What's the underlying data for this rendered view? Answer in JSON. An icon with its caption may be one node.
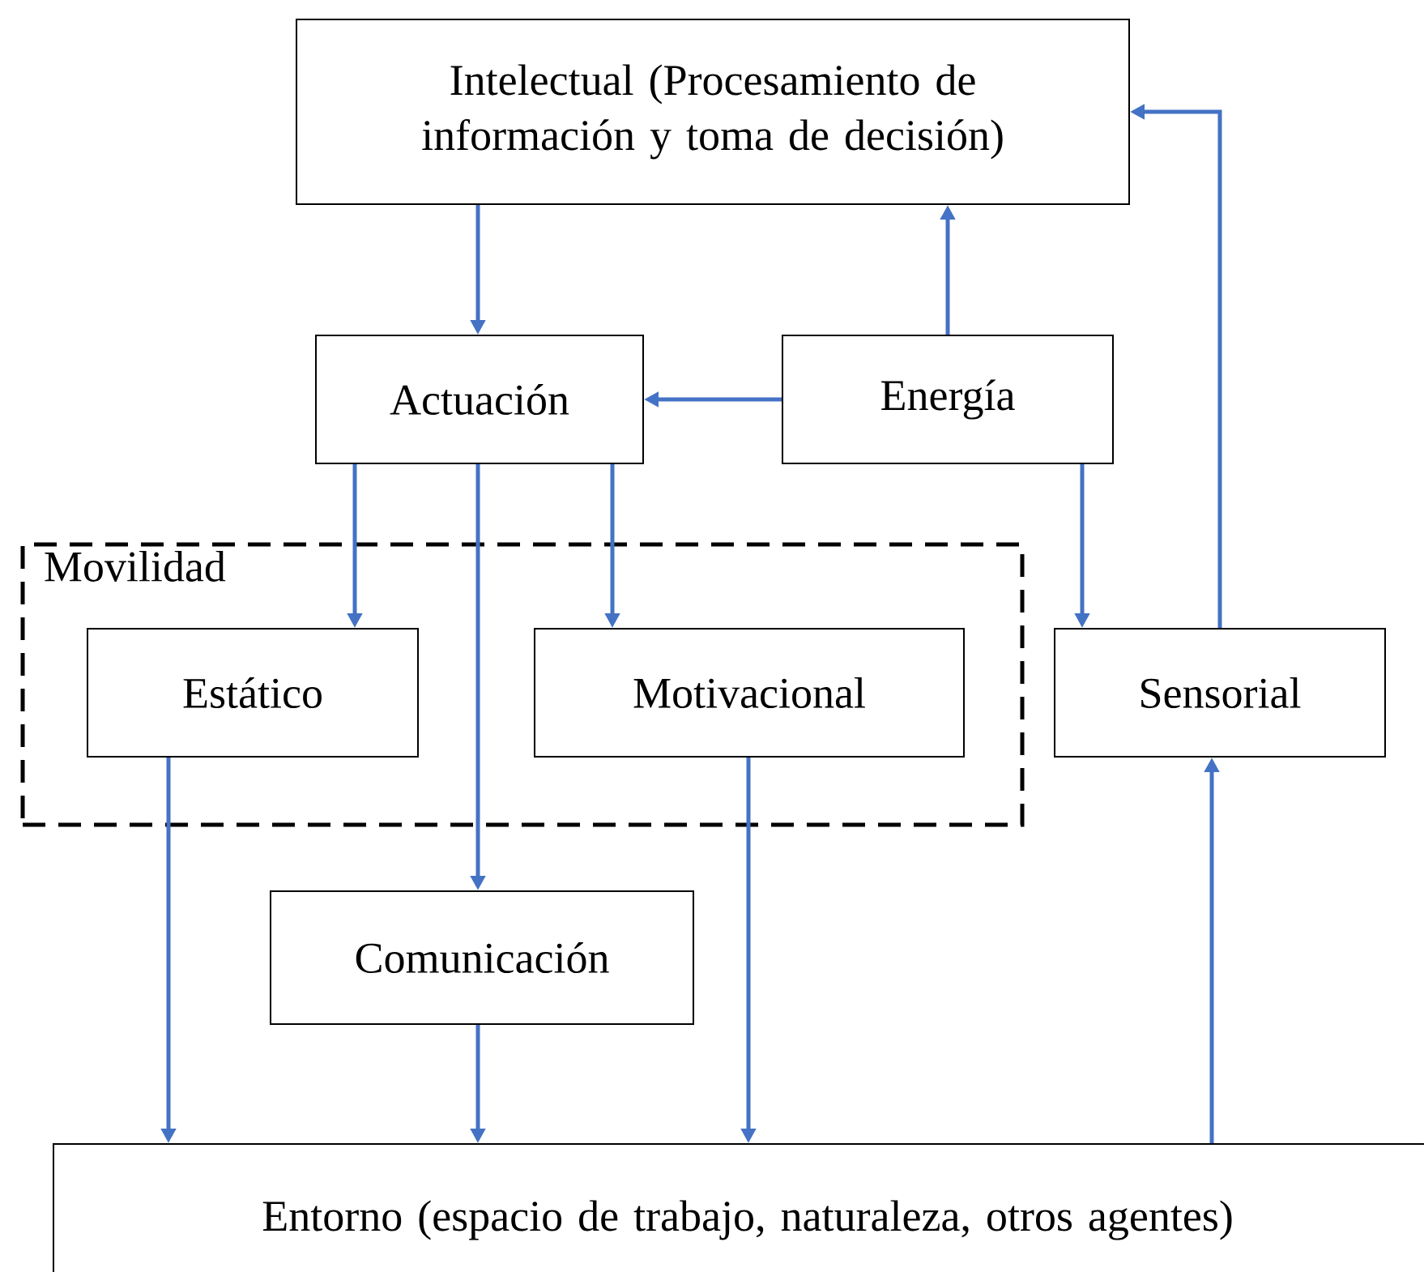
{
  "diagram": {
    "nodes": [
      {
        "text": [
          "Intelectual (Procesamiento de información y toma de decisión)"
        ]
      },
      {
        "text": [
          "Actuación"
        ]
      },
      {
        "text": [
          "Energía"
        ]
      },
      {
        "text": [
          "Movilidad"
        ]
      },
      {
        "text": [
          "Estático"
        ],
        "in": 3
      },
      {
        "text": [
          "Motivacional"
        ],
        "in": 3
      },
      {
        "text": [
          "Sensorial"
        ]
      },
      {
        "text": [
          "Comunicación"
        ]
      },
      {
        "text": [
          "Entorno (espacio de trabajo, naturaleza, otros agentes)"
        ]
      }
    ],
    "edges": [
      {
        "from": 0,
        "to": 1,
        "arrow": "to"
      },
      {
        "from": 2,
        "to": 0,
        "arrow": "to"
      },
      {
        "from": 2,
        "to": 1,
        "arrow": "to"
      },
      {
        "from": 1,
        "to": 4,
        "arrow": "to"
      },
      {
        "from": 1,
        "to": 5,
        "arrow": "to"
      },
      {
        "from": 1,
        "to": 7,
        "arrow": "to"
      },
      {
        "from": 2,
        "to": 6,
        "arrow": "to"
      },
      {
        "from": 6,
        "to": 0,
        "arrow": "to"
      },
      {
        "from": 4,
        "to": 8,
        "arrow": "to"
      },
      {
        "from": 7,
        "to": 8,
        "arrow": "to"
      },
      {
        "from": 5,
        "to": 8,
        "arrow": "to"
      },
      {
        "from": 8,
        "to": 6,
        "arrow": "to"
      }
    ]
  }
}
